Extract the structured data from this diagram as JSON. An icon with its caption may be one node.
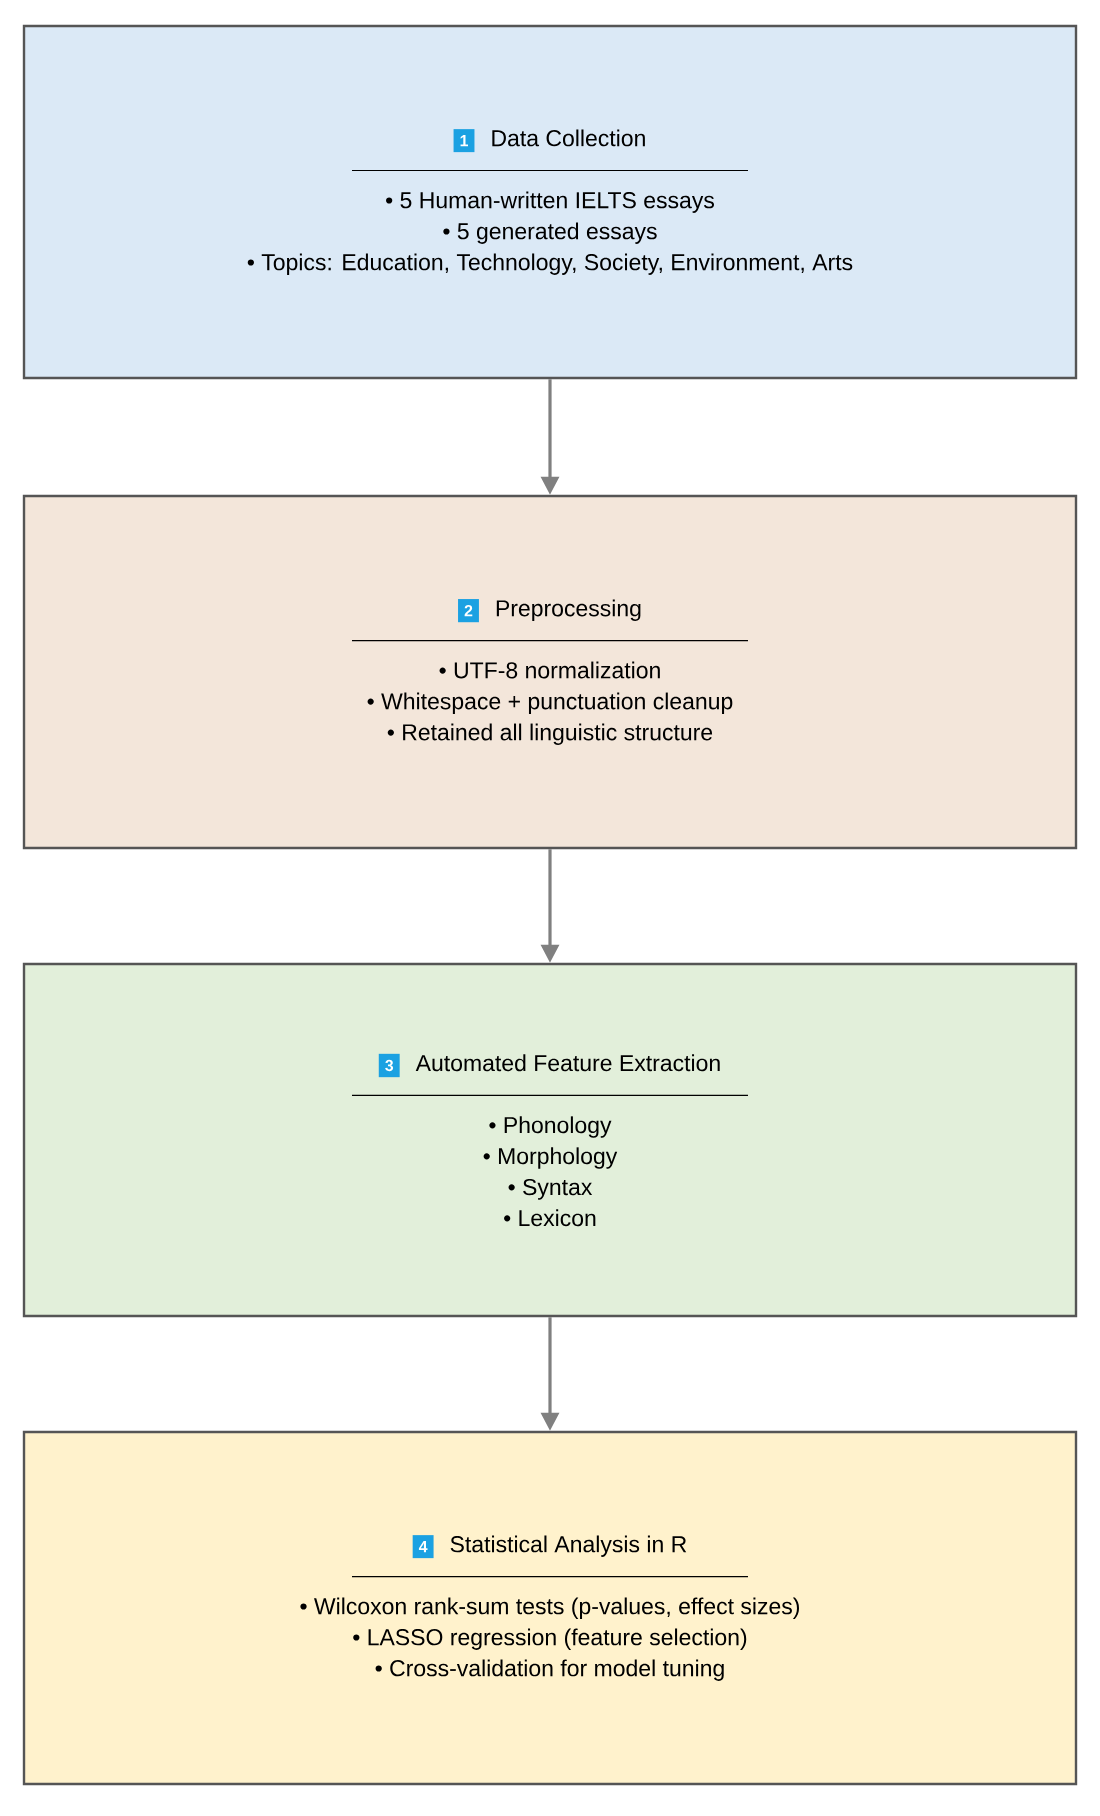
{
  "diagram": {
    "nodes": [
      {
        "text": [
          "1",
          "Data Collection",
          "• 5 Human-written IELTS essays",
          "• 5 generated essays",
          "• Topics: Education, Technology, Society, Environment, Arts"
        ]
      },
      {
        "text": [
          "2",
          "Preprocessing",
          "• UTF-8 normalization",
          "• Whitespace + punctuation cleanup",
          "• Retained all linguistic structure"
        ]
      },
      {
        "text": [
          "3",
          "Automated Feature Extraction",
          "• Phonology",
          "• Morphology",
          "• Syntax",
          "• Lexicon"
        ]
      },
      {
        "text": [
          "4",
          "Statistical Analysis in R",
          "• Wilcoxon rank-sum tests (p-values, effect sizes)",
          "• LASSO regression (feature selection)",
          "• Cross-validation for model tuning"
        ]
      }
    ],
    "edges": [
      {
        "from": 0,
        "to": 1,
        "arrow": "to"
      },
      {
        "from": 1,
        "to": 2,
        "arrow": "to"
      },
      {
        "from": 2,
        "to": 3,
        "arrow": "to"
      }
    ]
  }
}
